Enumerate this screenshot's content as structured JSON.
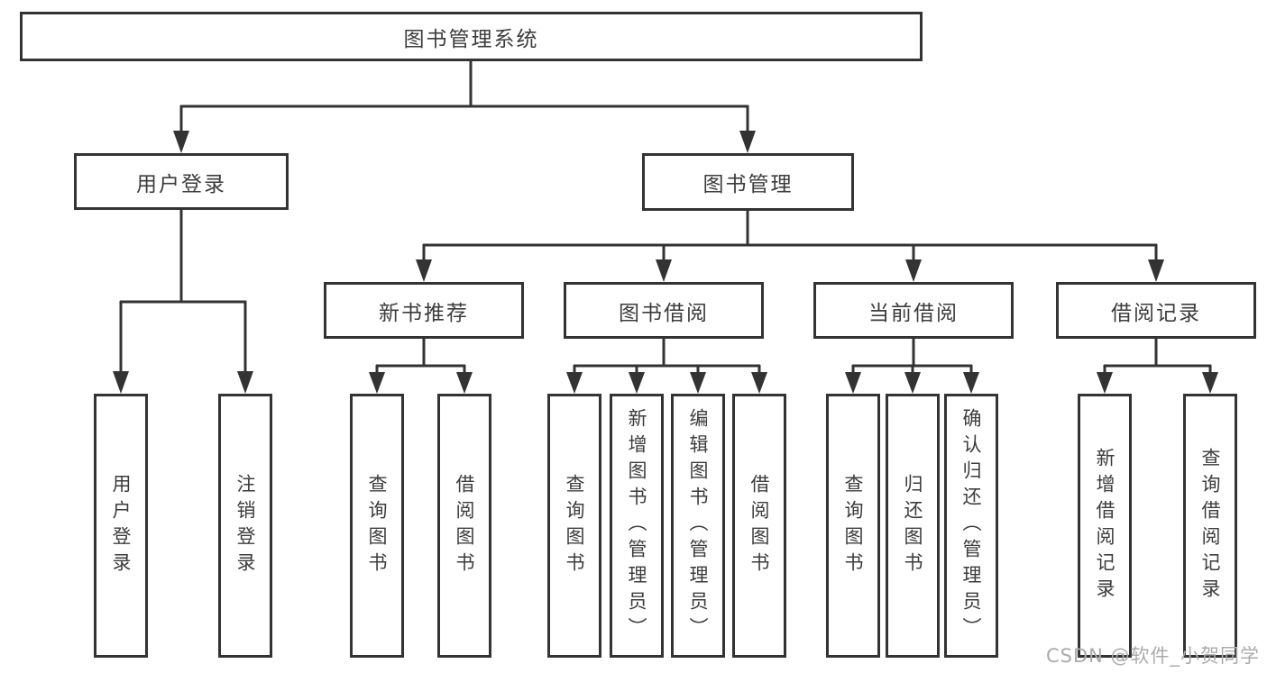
{
  "diagram": {
    "root": {
      "label": "图书管理系统"
    },
    "level2": [
      {
        "id": "user-login",
        "label": "用户登录"
      },
      {
        "id": "book-management",
        "label": "图书管理"
      }
    ],
    "level3": [
      {
        "id": "new-book-recommend",
        "label": "新书推荐"
      },
      {
        "id": "book-borrow",
        "label": "图书借阅"
      },
      {
        "id": "current-borrow",
        "label": "当前借阅"
      },
      {
        "id": "borrow-records",
        "label": "借阅记录"
      }
    ],
    "leaves": [
      {
        "parent": "用户登录",
        "label": "用户登录"
      },
      {
        "parent": "用户登录",
        "label": "注销登录"
      },
      {
        "parent": "新书推荐",
        "label": "查询图书"
      },
      {
        "parent": "新书推荐",
        "label": "借阅图书"
      },
      {
        "parent": "图书借阅",
        "label": "查询图书"
      },
      {
        "parent": "图书借阅",
        "label": "新增图书（管理员）"
      },
      {
        "parent": "图书借阅",
        "label": "编辑图书（管理员）"
      },
      {
        "parent": "图书借阅",
        "label": "借阅图书"
      },
      {
        "parent": "当前借阅",
        "label": "查询图书"
      },
      {
        "parent": "当前借阅",
        "label": "归还图书"
      },
      {
        "parent": "当前借阅",
        "label": "确认归还（管理员）"
      },
      {
        "parent": "借阅记录",
        "label": "新增借阅记录"
      },
      {
        "parent": "借阅记录",
        "label": "查询借阅记录"
      }
    ],
    "watermark": "CSDN @软件_小贺同学",
    "colors": {
      "line": "#333333",
      "text": "#3c3c3c",
      "watermark": "#ababab",
      "background": "#ffffff"
    }
  }
}
